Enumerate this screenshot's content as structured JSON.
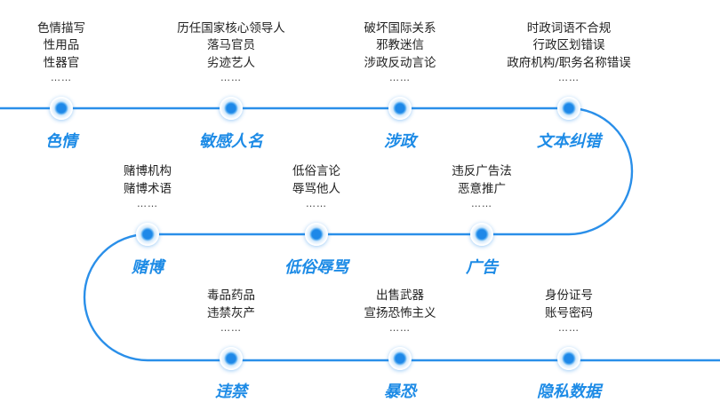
{
  "colors": {
    "accent": "#1d8be6",
    "track": "#2a8fe9",
    "text": "#222222"
  },
  "rows": [
    {
      "nodes": [
        {
          "title": "色情",
          "desc": [
            "色情描写",
            "性用品",
            "性器官"
          ],
          "more": "……"
        },
        {
          "title": "敏感人名",
          "desc": [
            "历任国家核心领导人",
            "落马官员",
            "劣迹艺人"
          ],
          "more": "……"
        },
        {
          "title": "涉政",
          "desc": [
            "破坏国际关系",
            "邪教迷信",
            "涉政反动言论"
          ],
          "more": "……"
        },
        {
          "title": "文本纠错",
          "desc": [
            "时政词语不合规",
            "行政区划错误",
            "政府机构/职务名称错误"
          ],
          "more": "……"
        }
      ]
    },
    {
      "nodes": [
        {
          "title": "赌博",
          "desc": [
            "赌博机构",
            "赌博术语"
          ],
          "more": "……"
        },
        {
          "title": "低俗辱骂",
          "desc": [
            "低俗言论",
            "辱骂他人"
          ],
          "more": "……"
        },
        {
          "title": "广告",
          "desc": [
            "违反广告法",
            "恶意推广"
          ],
          "more": "……"
        }
      ]
    },
    {
      "nodes": [
        {
          "title": "违禁",
          "desc": [
            "毒品药品",
            "违禁灰产"
          ],
          "more": "……"
        },
        {
          "title": "暴恐",
          "desc": [
            "出售武器",
            "宣扬恐怖主义"
          ],
          "more": "……"
        },
        {
          "title": "隐私数据",
          "desc": [
            "身份证号",
            "账号密码"
          ],
          "more": "……"
        }
      ]
    }
  ]
}
